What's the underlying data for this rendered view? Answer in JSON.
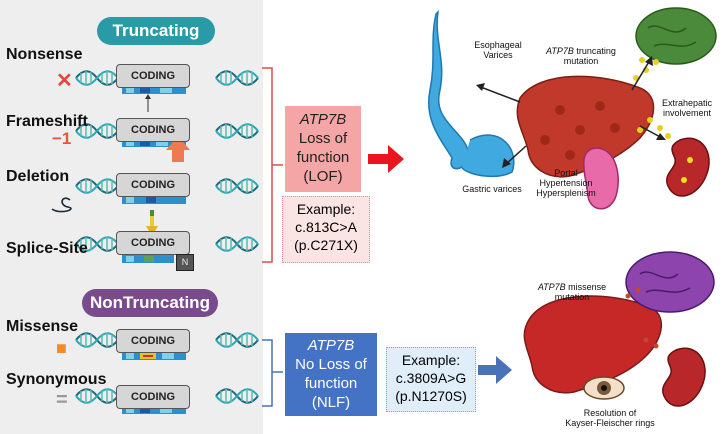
{
  "truncating": {
    "title": "Truncating",
    "mutations": [
      {
        "label": "Nonsense",
        "symbol": "✕"
      },
      {
        "label": "Frameshift",
        "symbol": "−1"
      },
      {
        "label": "Deletion",
        "symbol": ""
      },
      {
        "label": "Splice-Site",
        "symbol": ""
      }
    ],
    "coding_label": "CODING",
    "splice_marker": "N"
  },
  "nontruncating": {
    "title": "NonTruncating",
    "mutations": [
      {
        "label": "Missense",
        "symbol": "■"
      },
      {
        "label": "Synonymous",
        "symbol": "="
      }
    ],
    "coding_label": "CODING"
  },
  "lof_box": {
    "gene": "ATP7B",
    "line1": "Loss of",
    "line2": "function",
    "line3": "(LOF)"
  },
  "lof_example": {
    "title": "Example:",
    "variant": "c.813C>A",
    "protein": "(p.C271X)"
  },
  "nlf_box": {
    "gene": "ATP7B",
    "line1": "No Loss of",
    "line2": "function",
    "line3": "(NLF)"
  },
  "nlf_example": {
    "title": "Example:",
    "variant": "c.3809A>G",
    "protein": "(p.N1270S)"
  },
  "top_illustration": {
    "esophageal": "Esophageal\nVarices",
    "gene": "ATP7B",
    "mutation": "truncating\nmutation",
    "extrahepatic": "Extrahepatic\ninvolvement",
    "gastric": "Gastric varices",
    "portal": "Portal\nHypertension\nHypersplenism"
  },
  "bottom_illustration": {
    "gene": "ATP7B",
    "mutation": "missense\nmutation",
    "resolution": "Resolution of\nKayser-Fleischer rings"
  },
  "colors": {
    "truncating_pill": "#2a9aa6",
    "nontruncating_pill": "#7a4b8c",
    "lof_box": "#f4a6a6",
    "nlf_box": "#4472c4",
    "arrow_red": "#e8161e",
    "arrow_blue": "#4a72b8"
  }
}
